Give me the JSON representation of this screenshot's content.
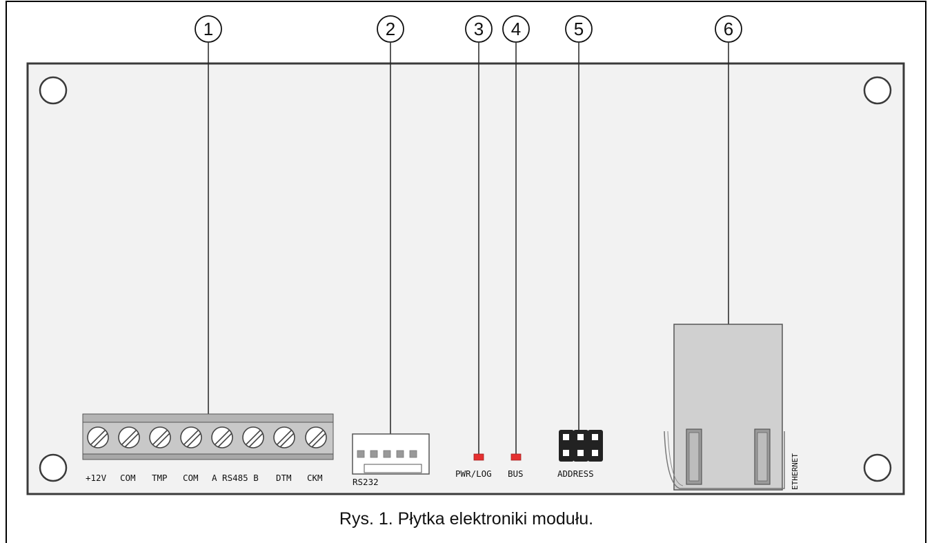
{
  "callouts": [
    "1",
    "2",
    "3",
    "4",
    "5",
    "6"
  ],
  "terminal_labels": [
    "+12V",
    "COM",
    "TMP",
    "COM",
    "A RS485 B",
    "DTM",
    "CKM"
  ],
  "connector_labels": {
    "rs232": "RS232",
    "pwr_log": "PWR/LOG",
    "bus": "BUS",
    "address": "ADDRESS",
    "ethernet": "ETHERNET"
  },
  "caption": "Rys. 1. Płytka elektroniki modułu.",
  "colors": {
    "board": "#f2f2f2",
    "outline": "#3a3a3a",
    "led": "#e53030",
    "terminal_block": "#c8c8c8",
    "jumper": "#222222",
    "ethernet_jack": "#d0d0d0"
  }
}
